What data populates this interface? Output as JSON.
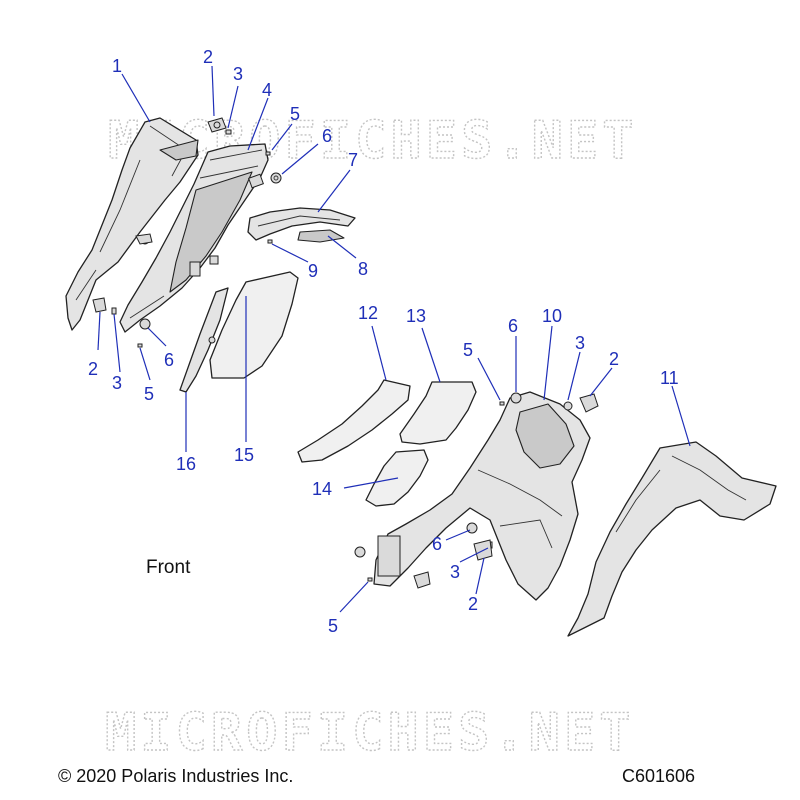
{
  "watermark": "MICROFICHES.NET",
  "orientation_label": "Front",
  "copyright": "© 2020 Polaris Industries Inc.",
  "diagram_id": "C601606",
  "callouts": [
    {
      "id": "c1",
      "text": "1"
    },
    {
      "id": "c2a",
      "text": "2"
    },
    {
      "id": "c3a",
      "text": "3"
    },
    {
      "id": "c4",
      "text": "4"
    },
    {
      "id": "c5a",
      "text": "5"
    },
    {
      "id": "c6a",
      "text": "6"
    },
    {
      "id": "c7",
      "text": "7"
    },
    {
      "id": "c8",
      "text": "8"
    },
    {
      "id": "c9",
      "text": "9"
    },
    {
      "id": "c2b",
      "text": "2"
    },
    {
      "id": "c3b",
      "text": "3"
    },
    {
      "id": "c6b",
      "text": "6"
    },
    {
      "id": "c5b",
      "text": "5"
    },
    {
      "id": "c16",
      "text": "16"
    },
    {
      "id": "c15",
      "text": "15"
    },
    {
      "id": "c12",
      "text": "12"
    },
    {
      "id": "c13",
      "text": "13"
    },
    {
      "id": "c14",
      "text": "14"
    },
    {
      "id": "c6c",
      "text": "6"
    },
    {
      "id": "c10",
      "text": "10"
    },
    {
      "id": "c5c",
      "text": "5"
    },
    {
      "id": "c3c",
      "text": "3"
    },
    {
      "id": "c2c",
      "text": "2"
    },
    {
      "id": "c11",
      "text": "11"
    },
    {
      "id": "c6d",
      "text": "6"
    },
    {
      "id": "c3d",
      "text": "3"
    },
    {
      "id": "c2d",
      "text": "2"
    },
    {
      "id": "c5d",
      "text": "5"
    }
  ],
  "colors": {
    "callout": "#1f2fb8",
    "part_fill": "#e4e4e4",
    "outline": "#222222",
    "watermark_outline": "#c4c4c4"
  }
}
